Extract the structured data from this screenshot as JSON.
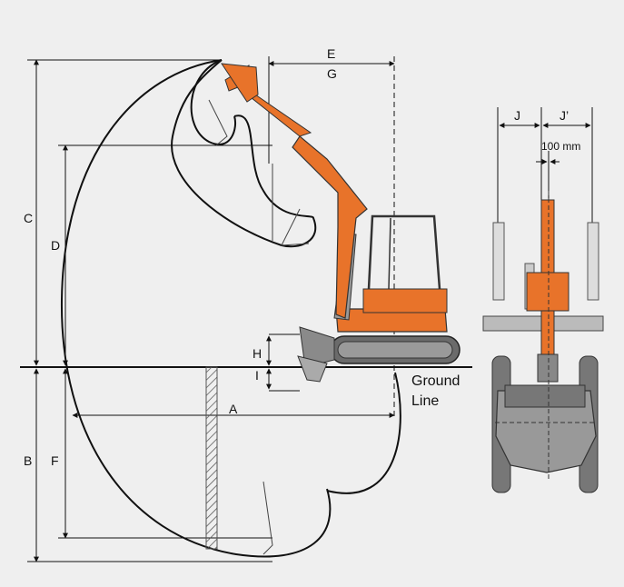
{
  "diagram": {
    "dimension_labels": {
      "A": "A",
      "B": "B",
      "C": "C",
      "D": "D",
      "E": "E",
      "F": "F",
      "G": "G",
      "H": "H",
      "I": "I",
      "J": "J",
      "J_prime": "J’"
    },
    "offset_label": "100 mm",
    "ground_line_label_1": "Ground",
    "ground_line_label_2": "Line"
  },
  "colors": {
    "background": "#efefef",
    "machine_orange": "#e8732a",
    "machine_grey": "#8a8a8a",
    "line": "#111111"
  }
}
